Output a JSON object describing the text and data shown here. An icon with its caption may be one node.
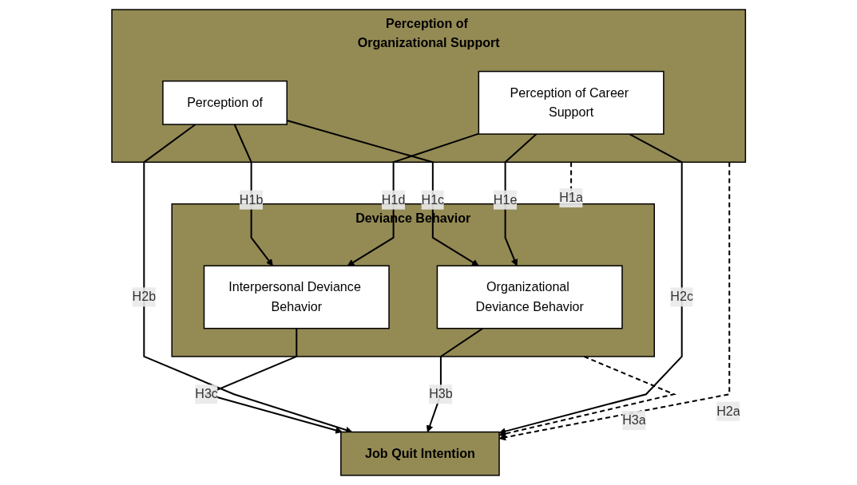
{
  "diagram": {
    "nodes": [
      {
        "text": [
          "Deviance Behavior"
        ]
      },
      {
        "text": [
          "Interpersonal Deviance Behavior"
        ],
        "in": 0
      },
      {
        "text": [
          "Organizational Deviance Behavior"
        ],
        "in": 0
      },
      {
        "text": [
          "Perception of Organizational Support"
        ]
      },
      {
        "text": [
          "Perception of"
        ],
        "in": 3
      },
      {
        "text": [
          "Perception of Career Support"
        ],
        "in": 3
      },
      {
        "text": [
          "Job Quit Intention"
        ]
      }
    ],
    "edges": [
      {
        "from": 3,
        "to": 0,
        "arrow": "to",
        "label": "H1a",
        "style": "dashed"
      },
      {
        "from": 4,
        "to": 1,
        "arrow": "to",
        "label": "H1b"
      },
      {
        "from": 4,
        "to": 2,
        "arrow": "to",
        "label": "H1c"
      },
      {
        "from": 5,
        "to": 1,
        "arrow": "to",
        "label": "H1d"
      },
      {
        "from": 5,
        "to": 2,
        "arrow": "to",
        "label": "H1e"
      },
      {
        "from": 1,
        "to": 6,
        "arrow": "to",
        "label": "H3c"
      },
      {
        "from": 4,
        "to": 6,
        "arrow": "to",
        "label": "H2b"
      },
      {
        "from": 2,
        "to": 6,
        "arrow": "to",
        "label": "H3b"
      },
      {
        "from": 5,
        "to": 6,
        "arrow": "to",
        "label": "H2c"
      },
      {
        "from": 0,
        "to": 6,
        "arrow": "to",
        "label": "H3a",
        "style": "dashed"
      },
      {
        "from": 3,
        "to": 6,
        "arrow": "to",
        "label": "H2a",
        "style": "dashed"
      }
    ]
  }
}
